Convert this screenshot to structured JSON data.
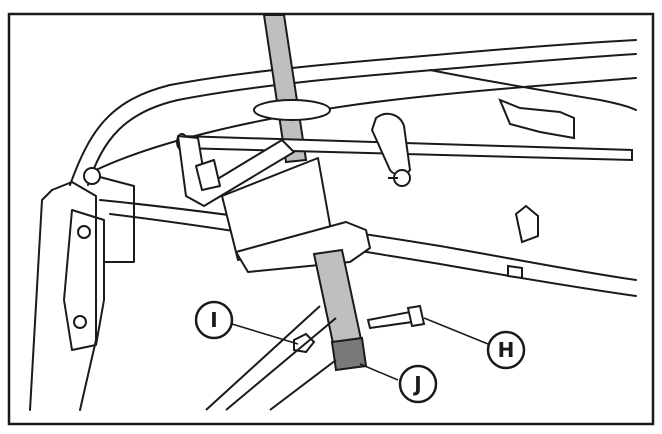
{
  "callouts": {
    "I": {
      "label": "I"
    },
    "H": {
      "label": "H"
    },
    "J": {
      "label": "J"
    }
  },
  "colors": {
    "ink": "#1a1a1a",
    "paper": "#ffffff",
    "shade": "#bfbfbf"
  }
}
